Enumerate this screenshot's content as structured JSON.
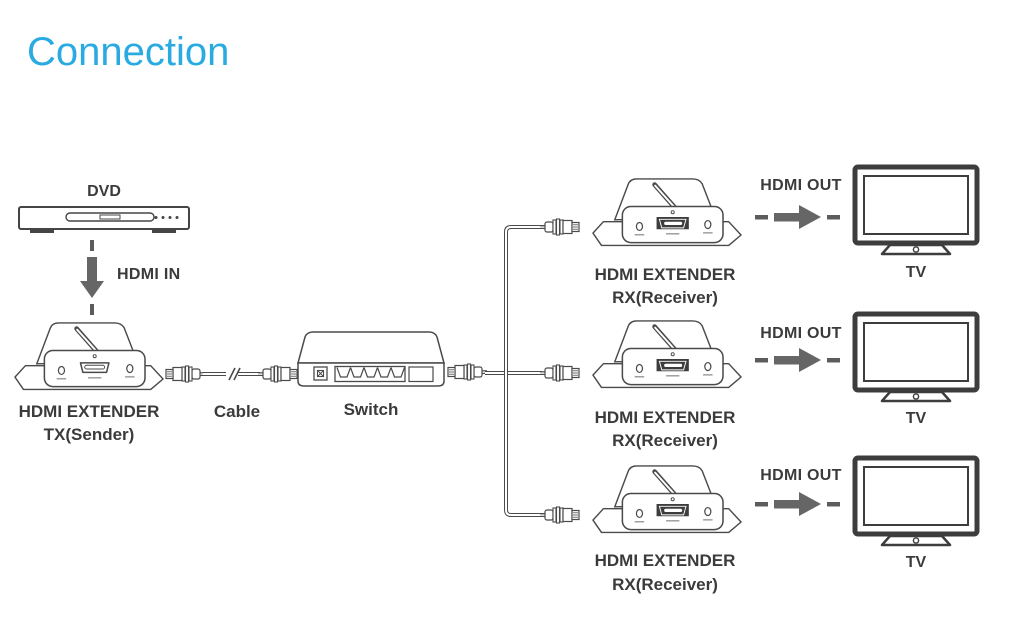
{
  "title": "Connection",
  "colors": {
    "accent": "#29abe2",
    "line": "#4a4a4a",
    "text": "#3b3b3b",
    "arrow": "#666666"
  },
  "source": {
    "label": "DVD",
    "connection": "HDMI IN"
  },
  "sender": {
    "line1": "HDMI EXTENDER",
    "line2": "TX(Sender)"
  },
  "cable": {
    "label": "Cable"
  },
  "network_switch": {
    "label": "Switch"
  },
  "receivers": [
    {
      "line1": "HDMI EXTENDER",
      "line2": "RX(Receiver)",
      "output": "HDMI OUT",
      "display": "TV"
    },
    {
      "line1": "HDMI EXTENDER",
      "line2": "RX(Receiver)",
      "output": "HDMI OUT",
      "display": "TV"
    },
    {
      "line1": "HDMI EXTENDER",
      "line2": "RX(Receiver)",
      "output": "HDMI OUT",
      "display": "TV"
    }
  ]
}
